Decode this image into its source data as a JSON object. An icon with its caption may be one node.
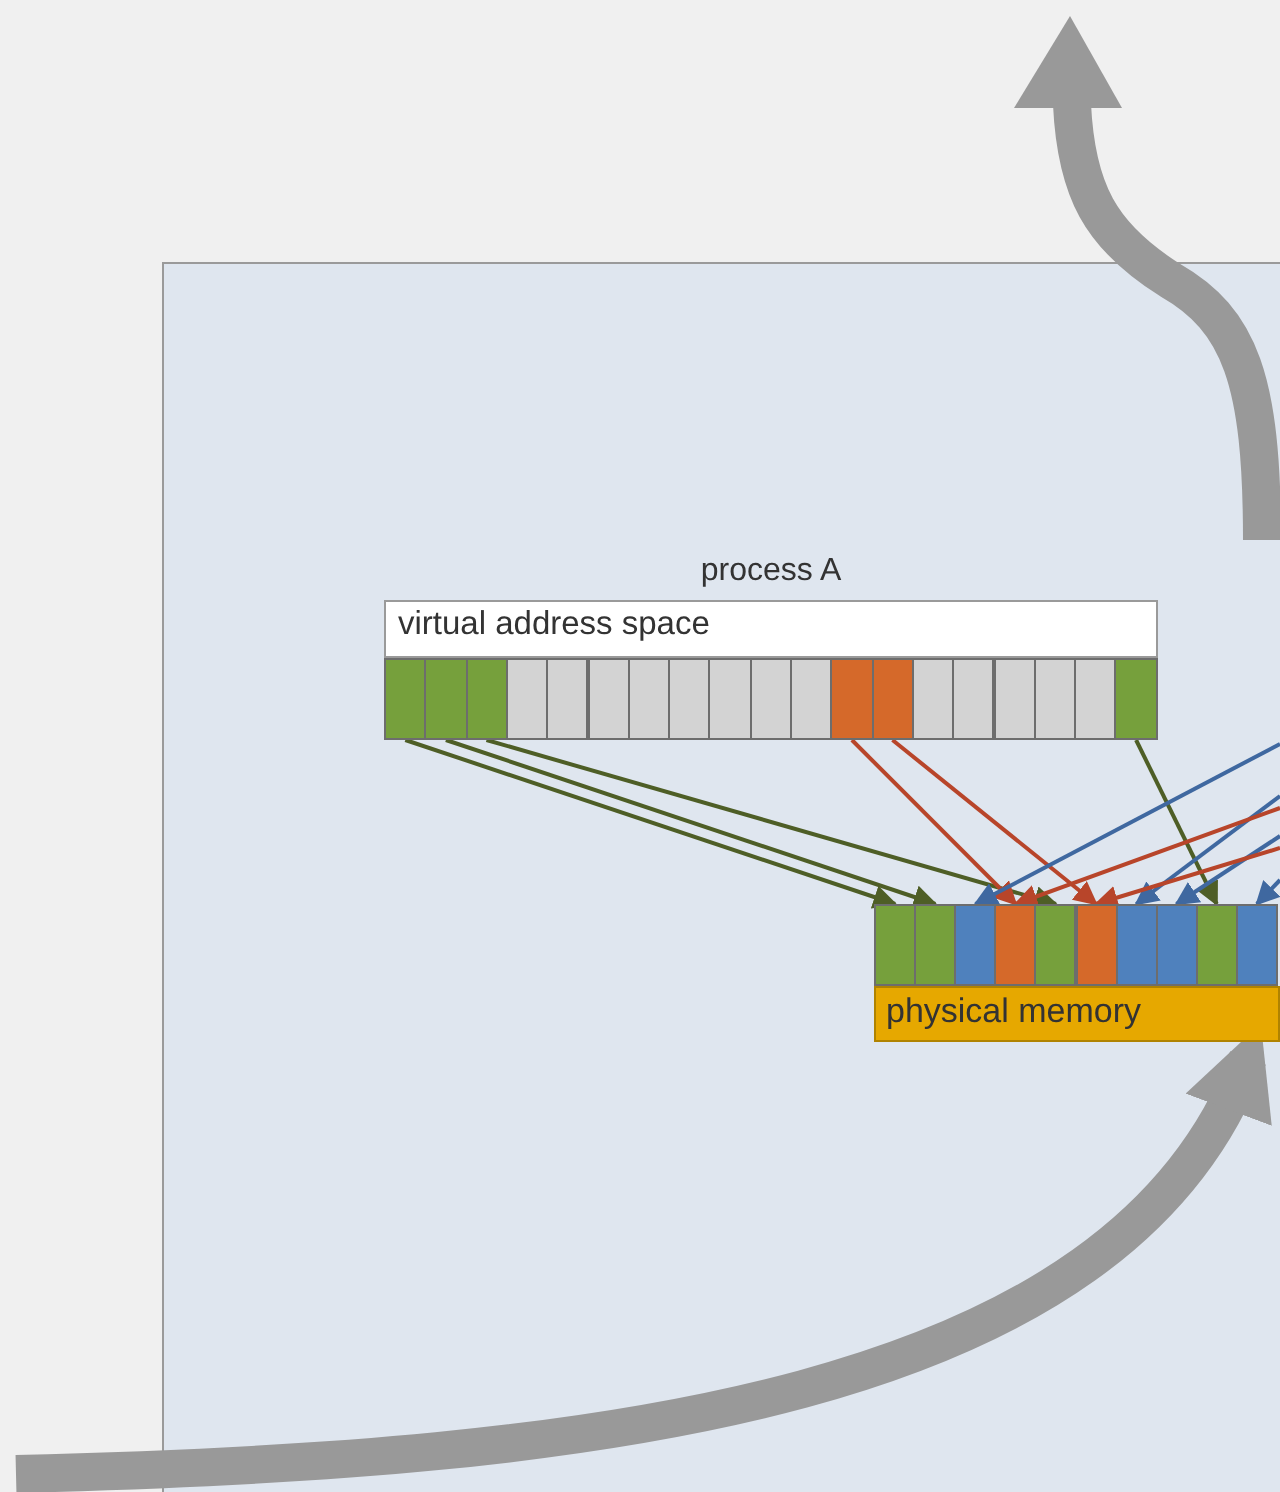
{
  "diagram": {
    "nodes": [
      {
        "text": [],
        "shape": "box"
      },
      {
        "text": [
          "process A",
          "virtual address space"
        ],
        "in": 0
      },
      {
        "text": [],
        "shape": "box",
        "in": 0
      },
      {
        "text": [],
        "shape": "box",
        "in": 0
      },
      {
        "text": [],
        "shape": "box",
        "in": 0
      },
      {
        "text": [],
        "shape": "box",
        "in": 0
      },
      {
        "text": [],
        "shape": "box",
        "in": 0
      },
      {
        "text": [],
        "shape": "box",
        "in": 0
      },
      {
        "text": [],
        "shape": "box",
        "in": 0
      },
      {
        "text": [],
        "shape": "box",
        "in": 0
      },
      {
        "text": [],
        "shape": "box",
        "in": 0
      },
      {
        "text": [],
        "shape": "box",
        "in": 0
      },
      {
        "text": [],
        "shape": "box",
        "in": 0
      },
      {
        "text": [],
        "shape": "box",
        "in": 0
      },
      {
        "text": [],
        "shape": "box",
        "in": 0
      },
      {
        "text": [],
        "shape": "box",
        "in": 0
      },
      {
        "text": [],
        "shape": "box",
        "in": 0
      },
      {
        "text": [],
        "shape": "box",
        "in": 0
      },
      {
        "text": [],
        "shape": "box",
        "in": 0
      },
      {
        "text": [],
        "shape": "box",
        "in": 0
      },
      {
        "text": [],
        "shape": "box",
        "in": 0
      },
      {
        "text": [
          "physical memory"
        ],
        "in": 0
      },
      {
        "text": [],
        "shape": "box",
        "in": 0
      },
      {
        "text": [],
        "shape": "box",
        "in": 0
      },
      {
        "text": [],
        "shape": "box",
        "in": 0
      },
      {
        "text": [],
        "shape": "box",
        "in": 0
      },
      {
        "text": [],
        "shape": "box",
        "in": 0
      },
      {
        "text": [],
        "shape": "box",
        "in": 0
      },
      {
        "text": [],
        "shape": "box",
        "in": 0
      },
      {
        "text": [],
        "shape": "box",
        "in": 0
      },
      {
        "text": [],
        "shape": "box",
        "in": 0
      },
      {
        "text": [],
        "shape": "box",
        "in": 0
      }
    ],
    "edges": [
      {
        "from": 2,
        "to": 22,
        "arrow": "to",
        "color": "#4e5e26"
      },
      {
        "from": 3,
        "to": 23,
        "arrow": "to",
        "color": "#4e5e26"
      },
      {
        "from": 4,
        "to": 26,
        "arrow": "to",
        "color": "#4e5e26"
      },
      {
        "from": 13,
        "to": 25,
        "arrow": "to",
        "color": "#b8452a"
      },
      {
        "from": 14,
        "to": 27,
        "arrow": "to",
        "color": "#b8452a"
      },
      {
        "from": 20,
        "to": 30,
        "arrow": "to",
        "color": "#4e5e26"
      },
      {
        "from": null,
        "to": 24,
        "arrow": "to",
        "color": "#3f68a0"
      },
      {
        "from": null,
        "to": 28,
        "arrow": "to",
        "color": "#3f68a0"
      },
      {
        "from": null,
        "to": 29,
        "arrow": "to",
        "color": "#3f68a0"
      },
      {
        "from": null,
        "to": 31,
        "arrow": "to",
        "color": "#3f68a0"
      },
      {
        "from": null,
        "to": 25,
        "arrow": "to",
        "color": "#b8452a"
      },
      {
        "from": null,
        "to": 27,
        "arrow": "to",
        "color": "#b8452a"
      },
      {
        "from": null,
        "to": 21,
        "arrow": "to",
        "style": "thick",
        "color": "#999999"
      }
    ]
  }
}
